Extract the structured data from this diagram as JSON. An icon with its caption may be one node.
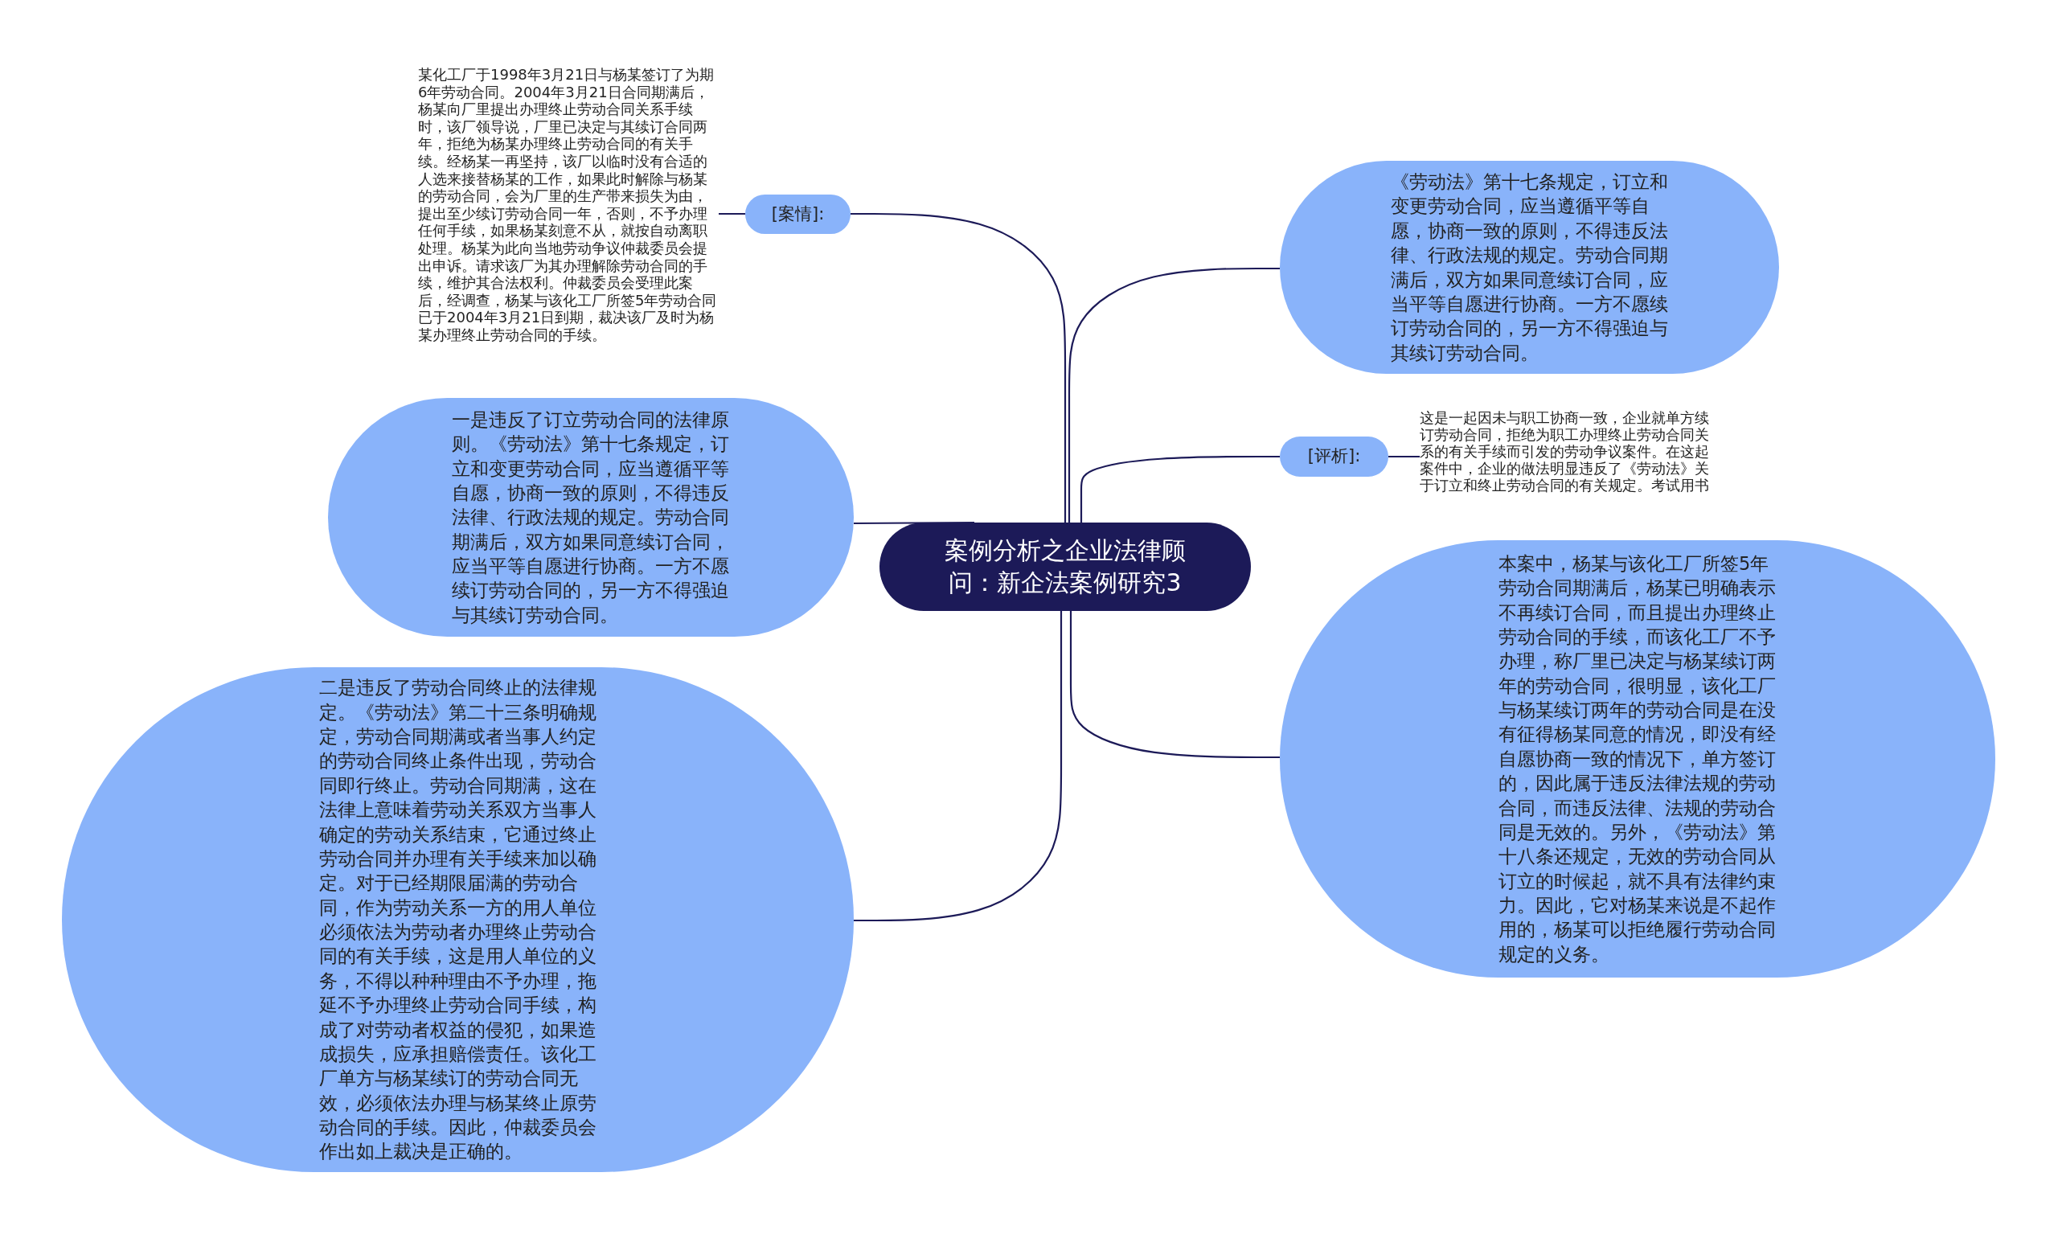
{
  "diagram": {
    "nodes": [
      {
        "text": [
          "案例分析之企业法律顾问：新企法案例研究3"
        ]
      },
      {
        "text": [
          "[案情]:"
        ]
      },
      {
        "text": [
          "某化工厂于1998年3月21日与杨某签订了为期6年劳动合同。2004年3月21日合同期满后，杨某向厂里提出办理终止劳动合同关系手续时，该厂领导说，厂里已决定与其续订合同两年，拒绝为杨某办理终止劳动合同的有关手续。经杨某一再坚持，该厂以临时没有合适的人选来接替杨某的工作，如果此时解除与杨某的劳动合同，会为厂里的生产带来损失为由，提出至少续订劳动合同一年，否则，不予办理任何手续，如果杨某刻意不从，就按自动离职处理。杨某为此向当地劳动争议仲裁委员会提出申诉。请求该厂为其办理解除劳动合同的手续，维护其合法权利。仲裁委员会受理此案后，经调查，杨某与该化工厂所签5年劳动合同已于2004年3月21日到期，裁决该厂及时为杨某办理终止劳动合同的手续。"
        ]
      },
      {
        "text": [
          "一是违反了订立劳动合同的法律原则。《劳动法》第十七条规定，订立和变更劳动合同，应当遵循平等自愿，协商一致的原则，不得违反法律、行政法规的规定。劳动合同期满后，双方如果同意续订合同，应当平等自愿进行协商。一方不愿续订劳动合同的，另一方不得强迫与其续订劳动合同。"
        ]
      },
      {
        "text": [
          "二是违反了劳动合同终止的法律规定。《劳动法》第二十三条明确规定，劳动合同期满或者当事人约定的劳动合同终止条件出现，劳动合同即行终止。劳动合同期满，这在法律上意味着劳动关系双方当事人确定的劳动关系结束，它通过终止劳动合同并办理有关手续来加以确定。对于已经期限届满的劳动合同，作为劳动关系一方的用人单位必须依法为劳动者办理终止劳动合同的有关手续，这是用人单位的义务，不得以种种理由不予办理，拖延不予办理终止劳动合同手续，构成了对劳动者权益的侵犯，如果造成损失，应承担赔偿责任。该化工厂单方与杨某续订的劳动合同无效，必须依法办理与杨某终止原劳动合同的手续。因此，仲裁委员会作出如上裁决是正确的。"
        ]
      },
      {
        "text": [
          "《劳动法》第十七条规定，订立和变更劳动合同，应当遵循平等自愿，协商一致的原则，不得违反法律、行政法规的规定。劳动合同期满后，双方如果同意续订合同，应当平等自愿进行协商。一方不愿续订劳动合同的，另一方不得强迫与其续订劳动合同。"
        ]
      },
      {
        "text": [
          "[评析]:"
        ]
      },
      {
        "text": [
          "这是一起因未与职工协商一致，企业就单方续订劳动合同，拒绝为职工办理终止劳动合同关系的有关手续而引发的劳动争议案件。在这起案件中，企业的做法明显违反了《劳动法》关于订立和终止劳动合同的有关规定。考试用书"
        ]
      },
      {
        "text": [
          "本案中，杨某与该化工厂所签5年劳动合同期满后，杨某已明确表示不再续订合同，而且提出办理终止劳动合同的手续，而该化工厂不予办理，称厂里已决定与杨某续订两年的劳动合同，很明显，该化工厂与杨某续订两年的劳动合同是在没有征得杨某同意的情况，即没有经自愿协商一致的情况下，单方签订的，因此属于违反法律法规的劳动合同，而违反法律、法规的劳动合同是无效的。另外，《劳动法》第十八条还规定，无效的劳动合同从订立的时候起，就不具有法律约束力。因此，它对杨某来说是不起作用的，杨某可以拒绝履行劳动合同规定的义务。"
        ]
      }
    ],
    "edges": [
      {
        "from": 0,
        "to": 1,
        "arrow": "none"
      },
      {
        "from": 1,
        "to": 2,
        "arrow": "none"
      },
      {
        "from": 0,
        "to": 3,
        "arrow": "none"
      },
      {
        "from": 0,
        "to": 4,
        "arrow": "none"
      },
      {
        "from": 0,
        "to": 5,
        "arrow": "none"
      },
      {
        "from": 0,
        "to": 6,
        "arrow": "none"
      },
      {
        "from": 6,
        "to": 7,
        "arrow": "none"
      },
      {
        "from": 0,
        "to": 8,
        "arrow": "none"
      }
    ]
  }
}
